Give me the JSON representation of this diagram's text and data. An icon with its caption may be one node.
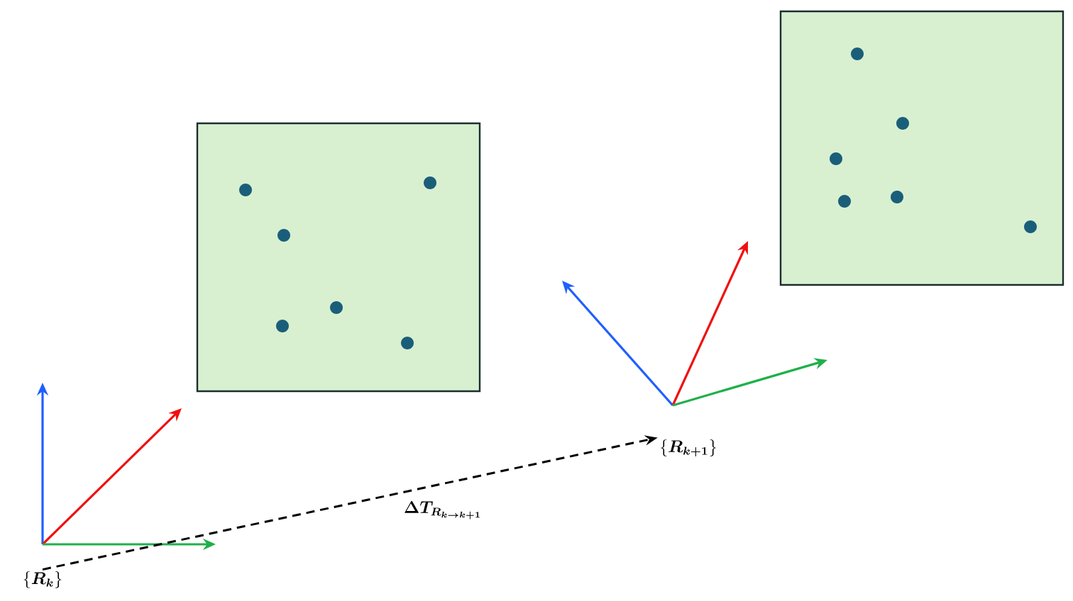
{
  "diagram": {
    "nodes": [
      {
        "text": [
          "\\{\\boldsymbol{R}_{\\boldsymbol{k}}\\}"
        ]
      },
      {
        "text": [
          "\\{\\boldsymbol{R}_{\\boldsymbol{k+1}}\\}"
        ]
      }
    ],
    "edges": [
      {
        "from": 0,
        "to": 1,
        "arrow": "to",
        "style": "dashed",
        "label": "\\boldsymbol{\\Delta T}_{\\boldsymbol{R}_{\\boldsymbol{k\\rightarrow k+1}}}"
      }
    ]
  }
}
